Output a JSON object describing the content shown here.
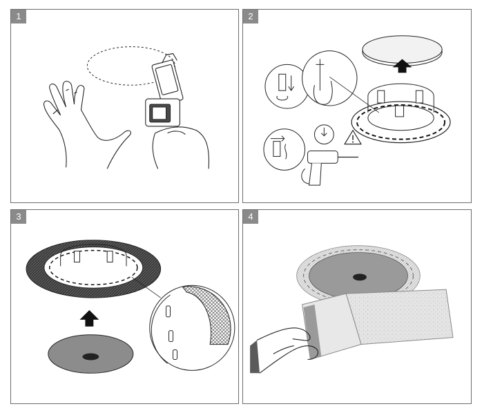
{
  "panels": [
    {
      "number": "1"
    },
    {
      "number": "2"
    },
    {
      "number": "3"
    },
    {
      "number": "4"
    }
  ],
  "colors": {
    "frame": "#6b6b6b",
    "step_badge": "#8a8a8a",
    "line_art": "#222222",
    "disc_grey": "#8c8c8c",
    "foil_grey": "#d9d9d9"
  },
  "icons": [
    "hands-icon",
    "hand-drill-icon",
    "lift-arrow-icon",
    "warning-icon",
    "peel-backing-icon"
  ]
}
